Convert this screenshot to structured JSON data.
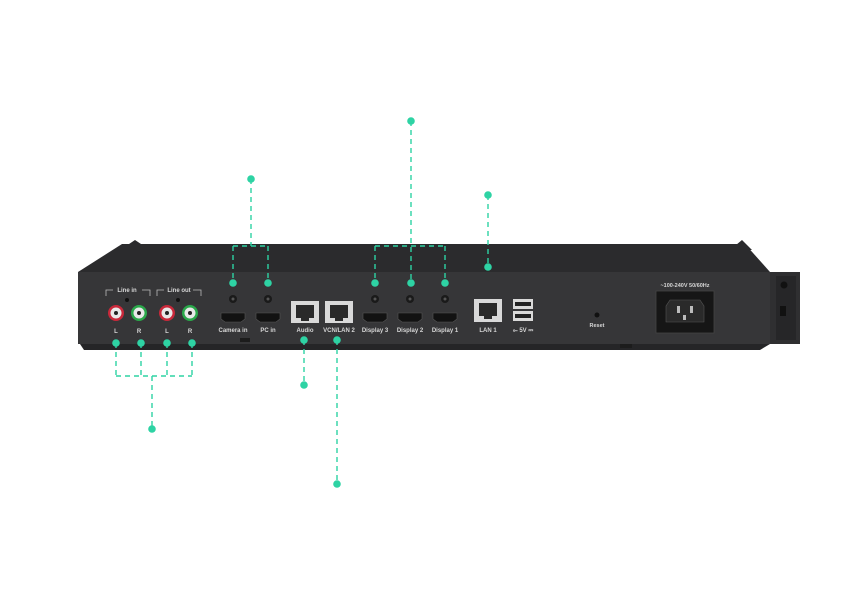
{
  "colors": {
    "callout": "#2ed3a4",
    "chassis": "#333336",
    "chassis_dark": "#1f1f21",
    "label": "#d6d6d6",
    "rca_red": "#c9283a",
    "rca_green": "#2aa84a"
  },
  "panel": {
    "line_in_label": "Line in",
    "line_out_label": "Line out",
    "rca_left_label_1": "L",
    "rca_right_label_1": "R",
    "rca_left_label_2": "L",
    "rca_right_label_2": "R",
    "camera_in_label": "Camera in",
    "pc_in_label": "PC in",
    "audio_label": "Audio",
    "vcn_lan2_label": "VCN/LAN 2",
    "display3_label": "Display 3",
    "display2_label": "Display 2",
    "display1_label": "Display 1",
    "lan1_label": "LAN 1",
    "usb_label": "⟜ 5V ⎓",
    "reset_label": "Reset",
    "power_label": "~100-240V 50/60Hz"
  }
}
